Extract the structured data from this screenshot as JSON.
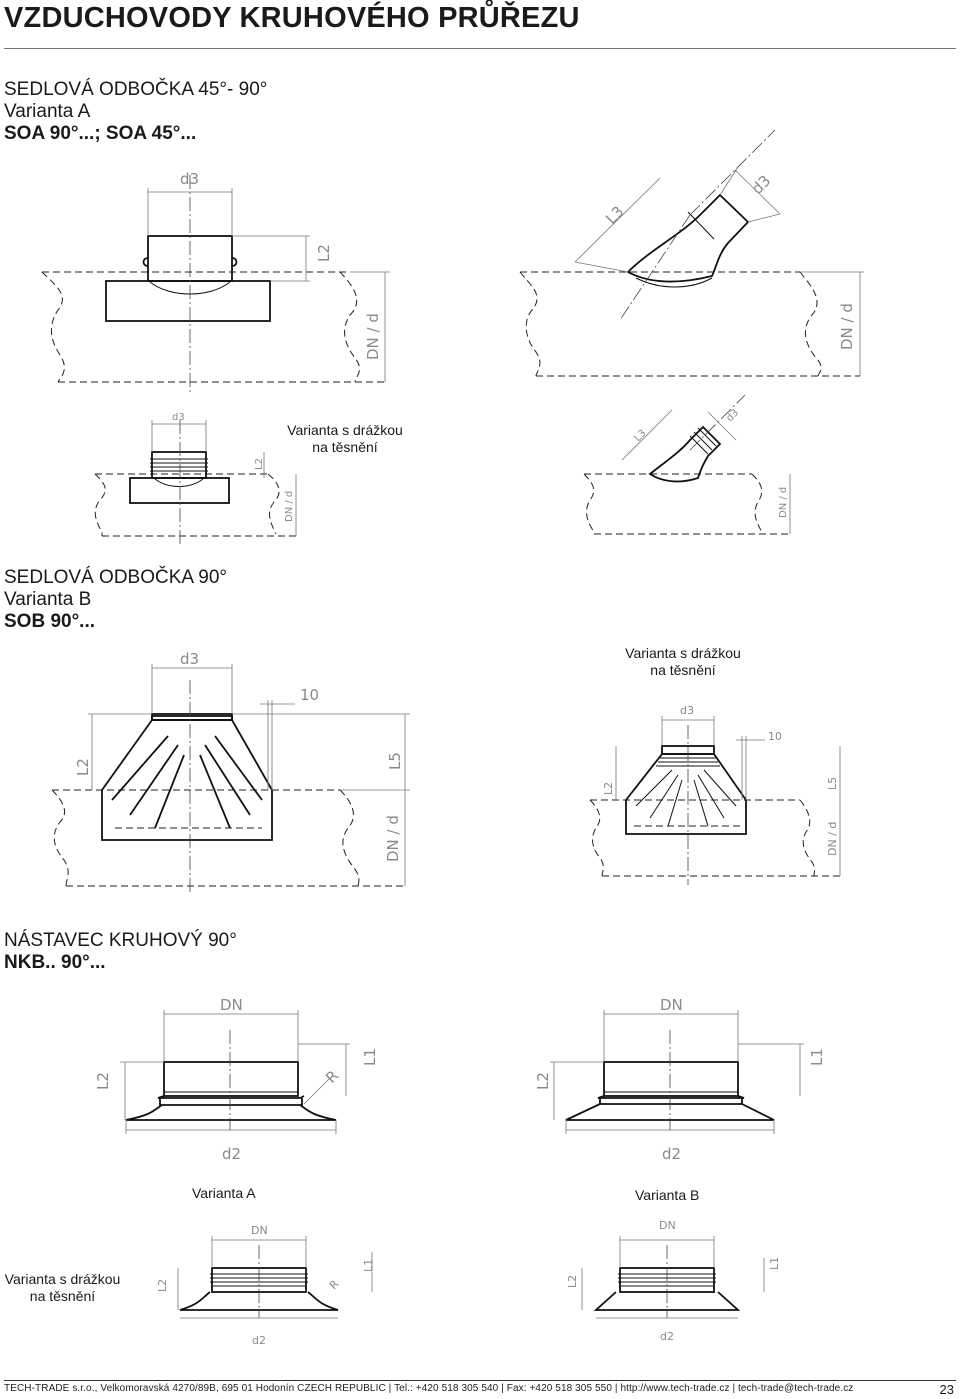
{
  "page_title": "VZDUCHOVODY KRUHOVÉHO PRŮŘEZU",
  "section_a": {
    "heading": "SEDLOVÁ ODBOČKA 45°- 90°",
    "variant": "Varianta A",
    "code": "SOA 90°...; SOA 45°...",
    "note_l1": "Varianta s drážkou",
    "note_l2": "na těsnění"
  },
  "section_b": {
    "heading": "SEDLOVÁ ODBOČKA 90°",
    "variant": "Varianta B",
    "code": "SOB 90°...",
    "note_l1": "Varianta s drážkou",
    "note_l2": "na těsnění"
  },
  "section_c": {
    "heading": "NÁSTAVEC KRUHOVÝ 90°",
    "code": "NKB.. 90°...",
    "caption_a": "Varianta A",
    "caption_b": "Varianta B",
    "note_l1": "Varianta s drážkou",
    "note_l2": "na těsnění"
  },
  "dims": {
    "d3": "d3",
    "L2": "L2",
    "L3": "L3",
    "L5": "L5",
    "L1": "L1",
    "DNd": "DN / d",
    "DN": "DN",
    "d2": "d2",
    "R": "R",
    "ten": "10"
  },
  "footer": {
    "text": "TECH-TRADE s.r.o., Velkomoravská 4270/89B, 695 01  Hodonín  CZECH REPUBLIC   |   Tel.: +420 518 305 540  |  Fax: +420 518 305 550   |   http://www.tech-trade.cz  |  tech-trade@tech-trade.cz",
    "page": "23"
  }
}
